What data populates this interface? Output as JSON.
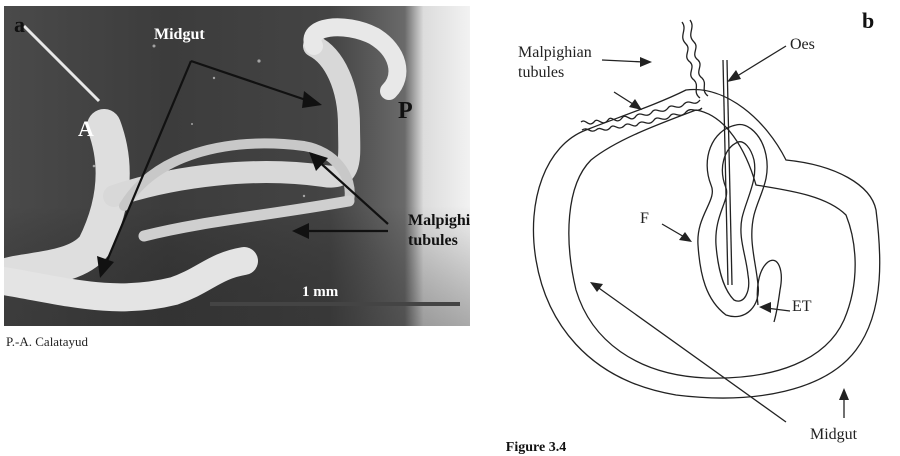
{
  "panel_a": {
    "letter": "a",
    "labels": {
      "midgut": "Midgut",
      "anterior": "A",
      "posterior": "P",
      "malpighian_line1": "Malpighian",
      "malpighian_line2": "tubules",
      "scale_bar": "1 mm"
    },
    "credit": "P.-A. Calatayud"
  },
  "panel_b": {
    "letter": "b",
    "labels": {
      "malpighian_line1": "Malpighian",
      "malpighian_line2": "tubules",
      "oesophagus": "Oes",
      "filter": "F",
      "ectoperitrophic": "ET",
      "midgut": "Midgut"
    }
  },
  "caption": "Figure 3.4"
}
